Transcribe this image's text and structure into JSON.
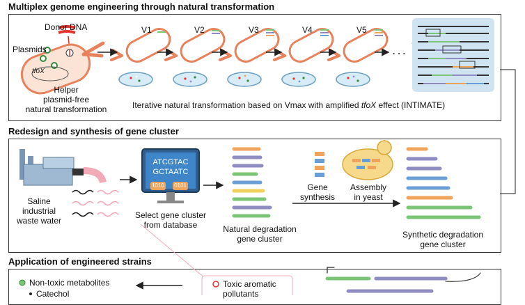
{
  "sections": {
    "top": {
      "title": "Multiplex genome engineering through natural transformation",
      "donor_dna": "Donor DNA",
      "plasmids": "Plasmids",
      "tfox": "tfoX",
      "helper": [
        "Helper",
        "plasmid-free",
        "natural transformation"
      ],
      "versions": [
        "V1",
        "V2",
        "V3",
        "V4",
        "V5"
      ],
      "ellipsis": "· · ·",
      "caption_pre": "Iterative natural transformation based on Vmax with amplified ",
      "caption_italic": "tfoX",
      "caption_post": " effect (INTIMATE)"
    },
    "middle": {
      "title": "Redesign and synthesis of gene cluster",
      "wastewater": [
        "Saline",
        "industrial",
        "waste water"
      ],
      "screen_seq": [
        "ATCGTAC",
        "GCTAATC"
      ],
      "screen_bits": [
        "1010",
        "0101"
      ],
      "select_caption": [
        "Select gene cluster",
        "from database"
      ],
      "natural_caption": [
        "Natural degradation",
        "gene cluster"
      ],
      "gene_synthesis": [
        "Gene",
        "synthesis"
      ],
      "assembly": [
        "Assembly",
        "in yeast"
      ],
      "synthetic_caption": [
        "Synthetic degradation",
        "gene cluster"
      ]
    },
    "bottom": {
      "title": "Application of engineered strains",
      "non_toxic": "Non-toxic metabolites",
      "catechol": "Catechol",
      "toxic": [
        "Toxic aromatic",
        "pollutants"
      ]
    }
  },
  "colors": {
    "cell_fill": "#fbe3d6",
    "cell_stroke": "#e8825c",
    "dish": "#d7ecf7",
    "panel_blue": "#cfe3f1",
    "pink_arrow": "#f2a9b8",
    "gene_green": "#7cc576",
    "gene_purple": "#8f8cc4",
    "gene_orange": "#f0a35a",
    "gene_blue": "#6a9fd6",
    "donor_red": "#e0362c"
  }
}
